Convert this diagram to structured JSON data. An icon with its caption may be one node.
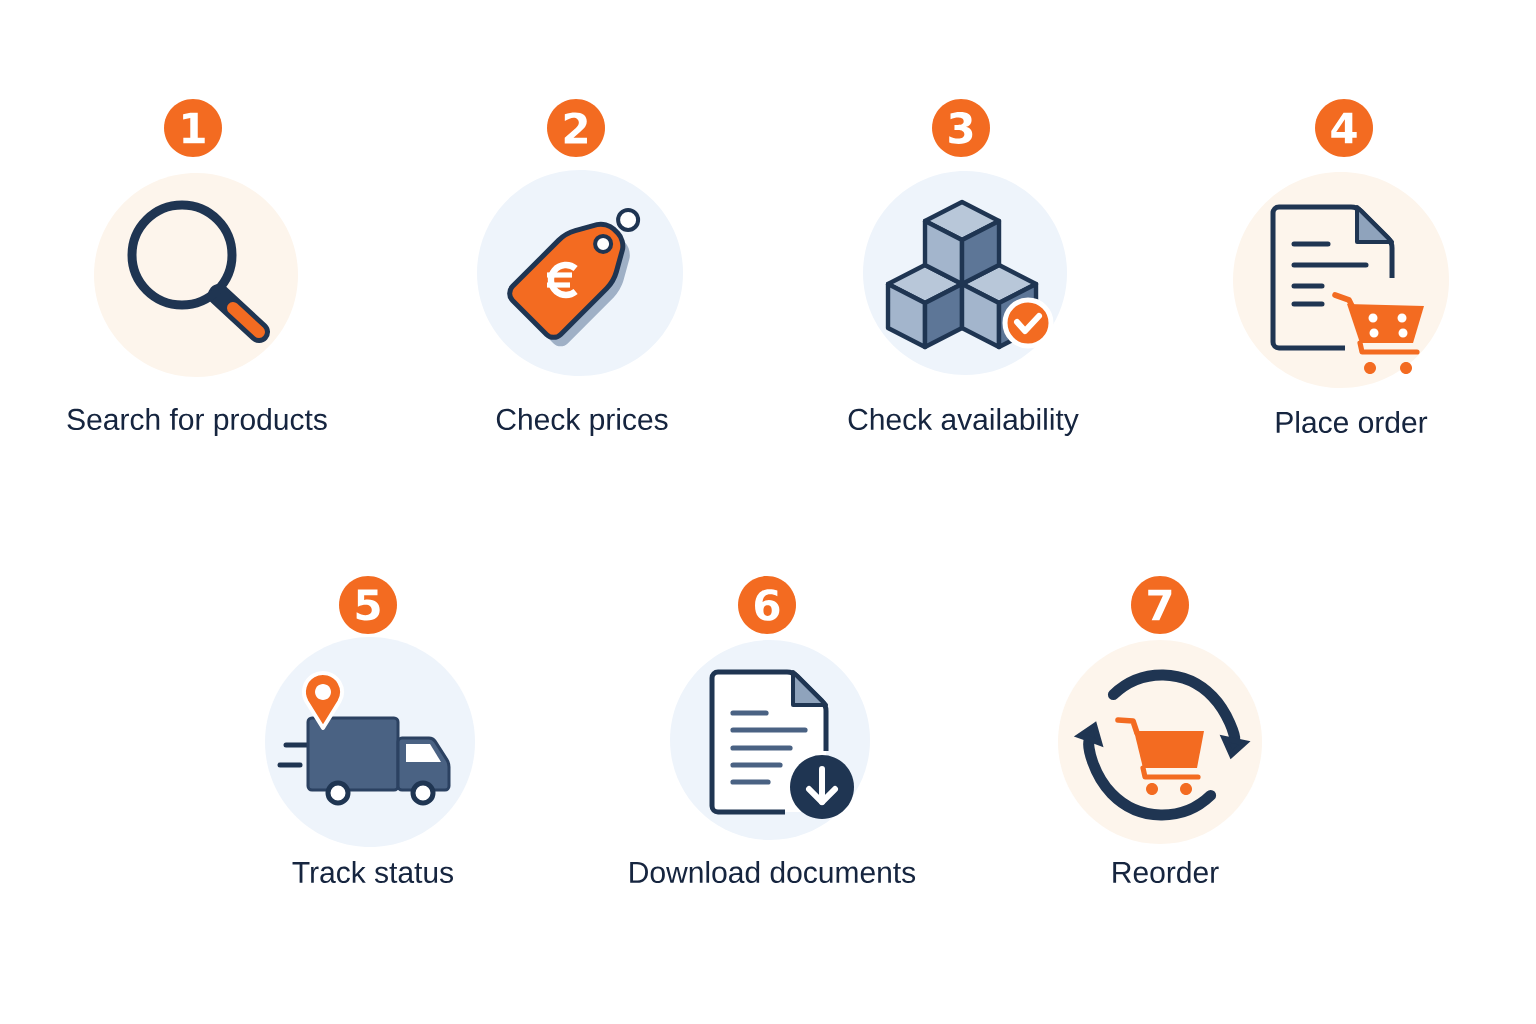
{
  "diagram": {
    "nodes": [
      {
        "text": [
          "1"
        ]
      },
      {
        "text": [
          "Search for products"
        ]
      },
      {
        "text": [
          "2"
        ]
      },
      {
        "text": [
          "Check prices"
        ]
      },
      {
        "text": [
          "3"
        ]
      },
      {
        "text": [
          "Check availability"
        ]
      },
      {
        "text": [
          "4"
        ]
      },
      {
        "text": [
          "Place order"
        ]
      },
      {
        "text": [
          "5"
        ]
      },
      {
        "text": [
          "Track status"
        ]
      },
      {
        "text": [
          "6"
        ]
      },
      {
        "text": [
          "Download documents"
        ]
      },
      {
        "text": [
          "7"
        ]
      },
      {
        "text": [
          "Reorder"
        ]
      }
    ]
  }
}
